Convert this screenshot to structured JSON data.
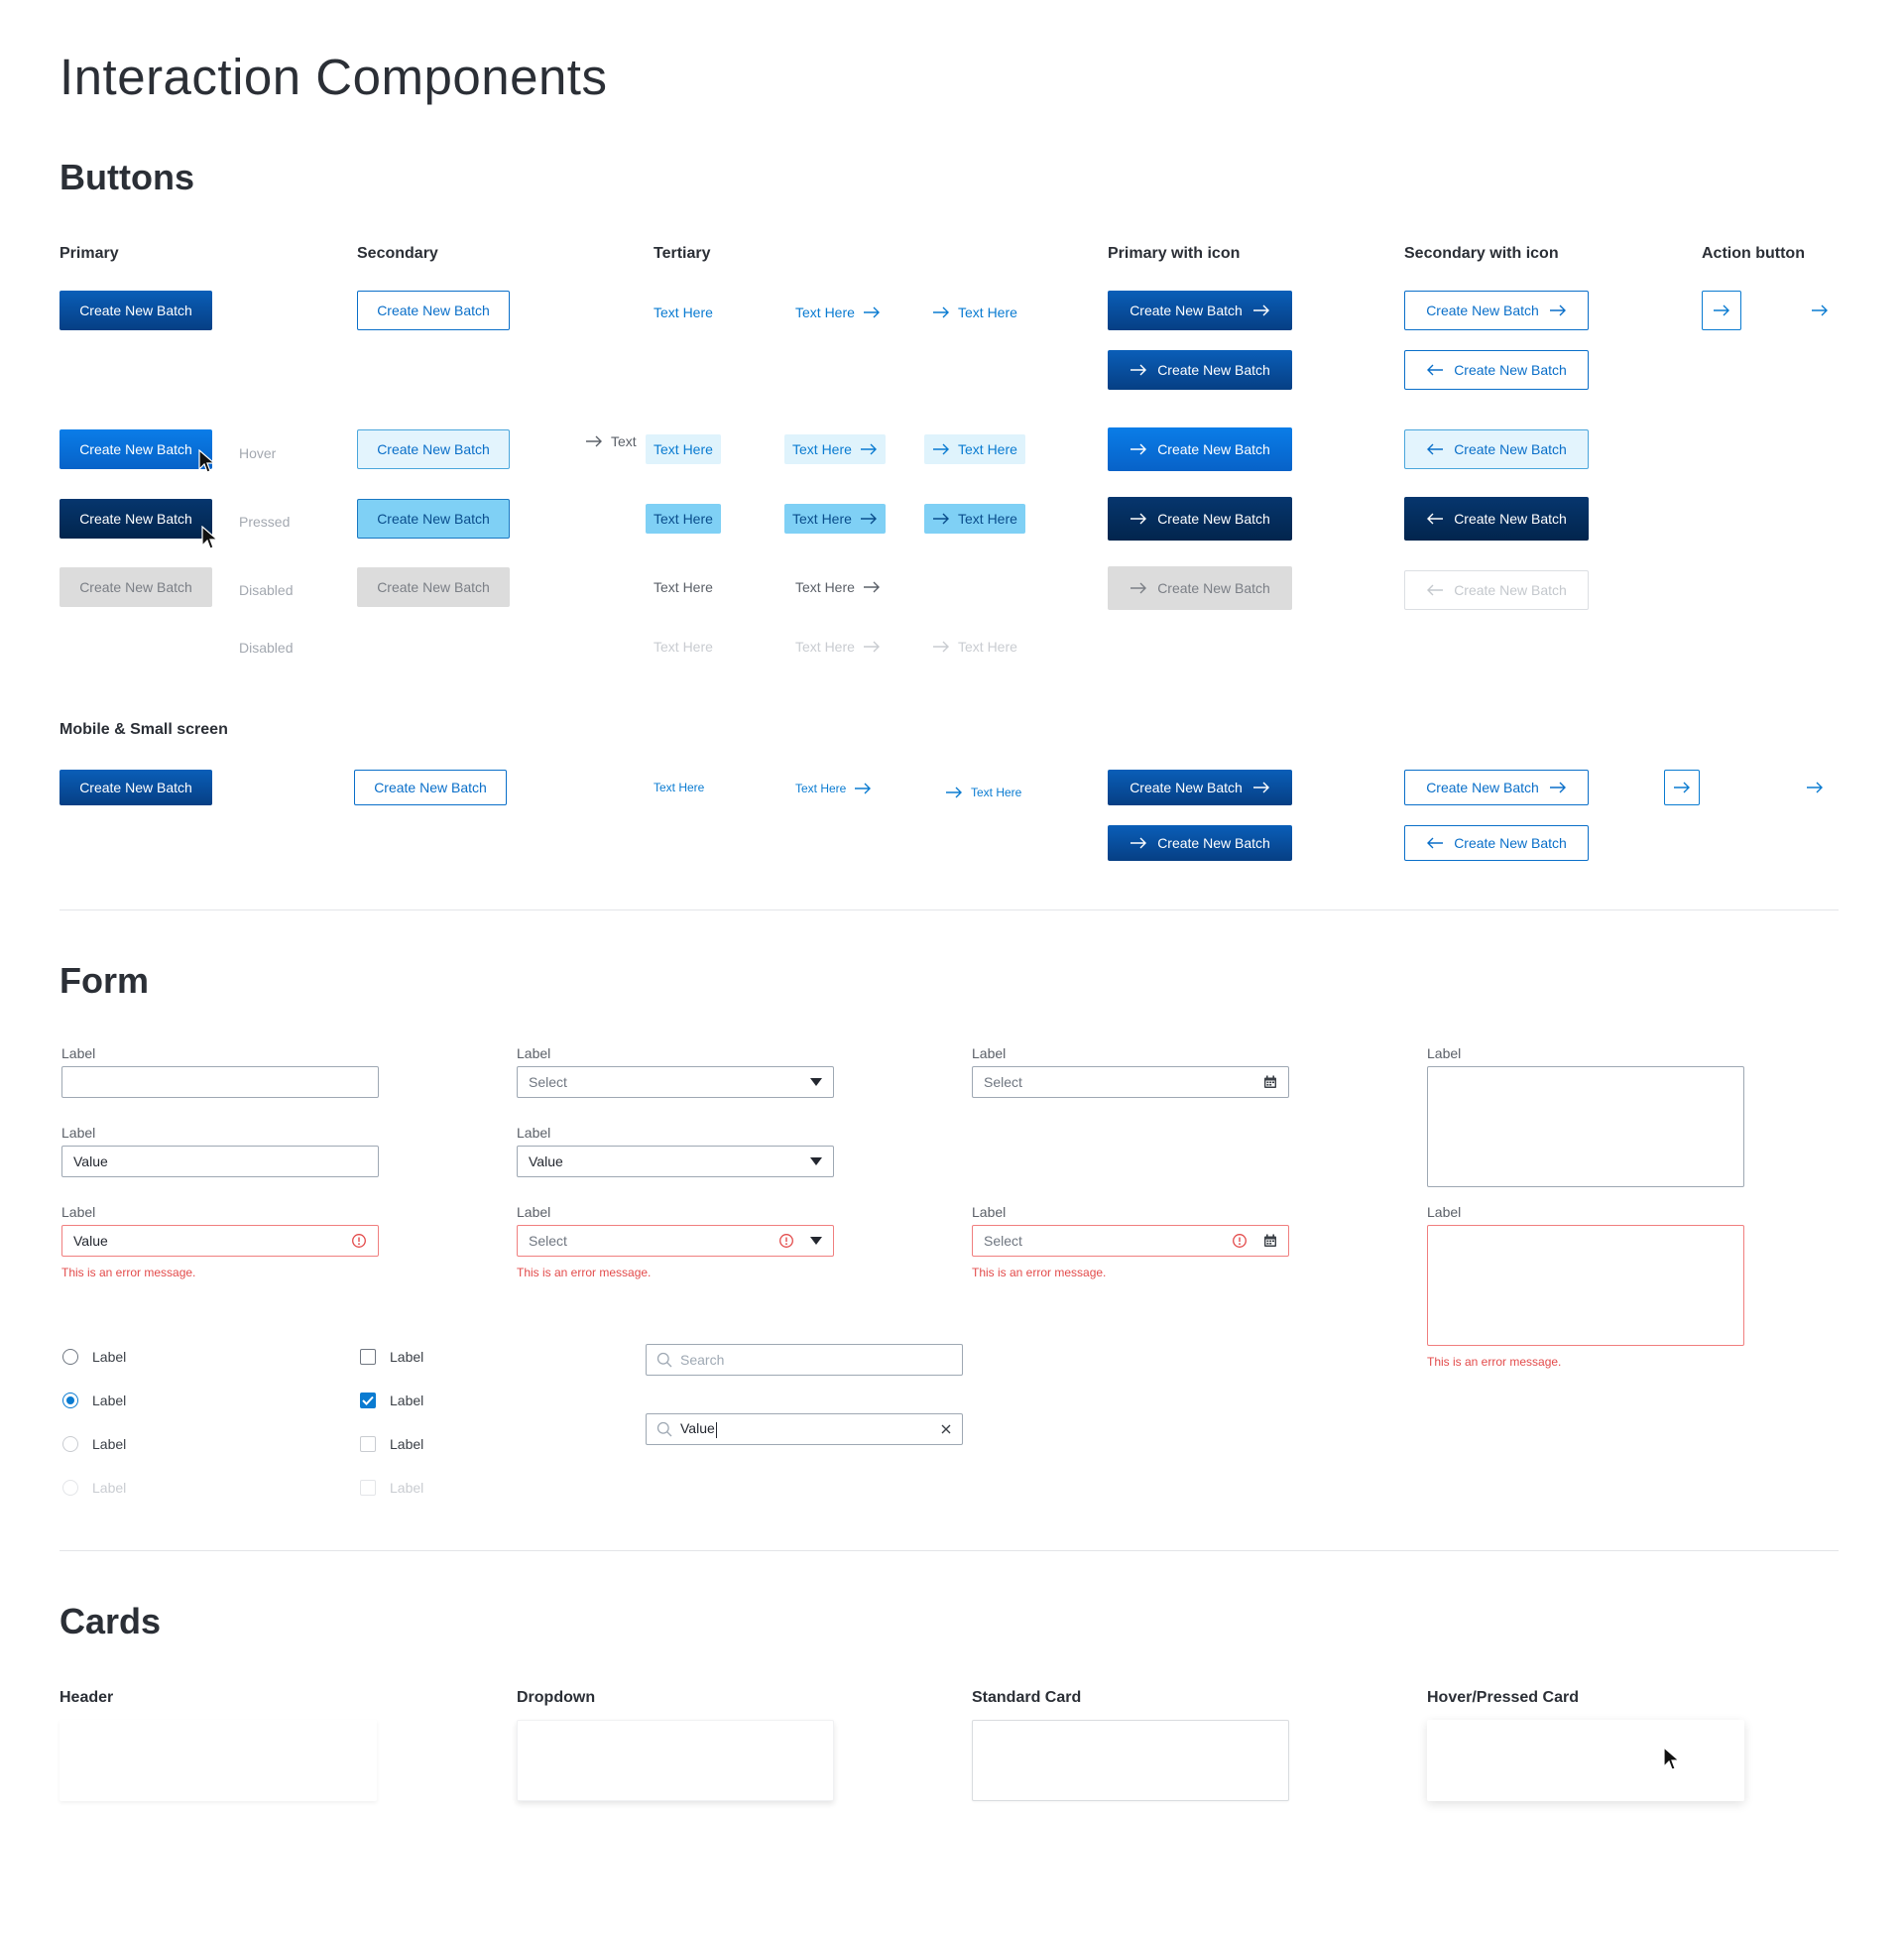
{
  "page": {
    "title": "Interaction Components"
  },
  "buttons": {
    "title": "Buttons",
    "columns": {
      "primary": "Primary",
      "secondary": "Secondary",
      "tertiary": "Tertiary",
      "primary_icon": "Primary with icon",
      "secondary_icon": "Secondary with icon",
      "action": "Action button"
    },
    "states": {
      "hover": "Hover",
      "pressed": "Pressed",
      "disabled": "Disabled",
      "disabled_alt": "Disabled"
    },
    "btn_label": "Create New Batch",
    "tert_label": "Text Here",
    "stray_label": "Text",
    "mobile_title": "Mobile & Small screen"
  },
  "form": {
    "title": "Form",
    "label": "Label",
    "value": "Value",
    "select": "Select",
    "search_placeholder": "Search",
    "search_value": "Value",
    "error": "This is an error message."
  },
  "cards": {
    "title": "Cards",
    "header": "Header",
    "dropdown": "Dropdown",
    "standard": "Standard Card",
    "hover": "Hover/Pressed Card"
  },
  "colors": {
    "primary": "#063f84",
    "primary_hover": "#0a7de8",
    "primary_pressed": "#02254d",
    "accent": "#0a7bd1",
    "error": "#e34b4b",
    "disabled": "#dcdcdc"
  },
  "icons": {
    "arrow_right": "arrow-right-icon",
    "arrow_left": "arrow-left-icon",
    "dropdown": "caret-down-icon",
    "calendar": "calendar-icon",
    "error": "error-icon",
    "search": "search-icon",
    "clear": "close-icon",
    "cursor": "cursor-icon",
    "check": "checkmark-icon"
  }
}
